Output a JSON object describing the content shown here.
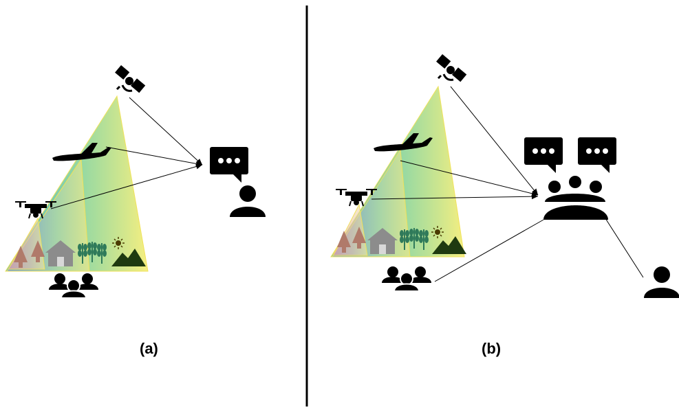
{
  "panels": [
    {
      "id": "a",
      "label": "(a)"
    },
    {
      "id": "b",
      "label": "(b)"
    }
  ],
  "icons": {
    "satellite": "satellite-icon",
    "airplane": "airplane-icon",
    "drone": "drone-icon",
    "person": "person-icon",
    "group": "group-icon",
    "speech_bubble": "speech-bubble-icon",
    "meeting": "meeting-table-icon",
    "house": "house-icon",
    "trees": "tree-icon",
    "crops": "wheat-icon",
    "sun": "sun-icon",
    "mountains": "mountain-icon"
  },
  "colors": {
    "ink": "#000000",
    "satellite_cone": "#3fb6a8",
    "airplane_cone": "#a7d89a",
    "drone_cone": "#e79aa6",
    "cone_edge": "#f1e25a",
    "house": "#8c8c8c",
    "crops": "#2f7a5a",
    "mountains": "#1f3a10"
  }
}
